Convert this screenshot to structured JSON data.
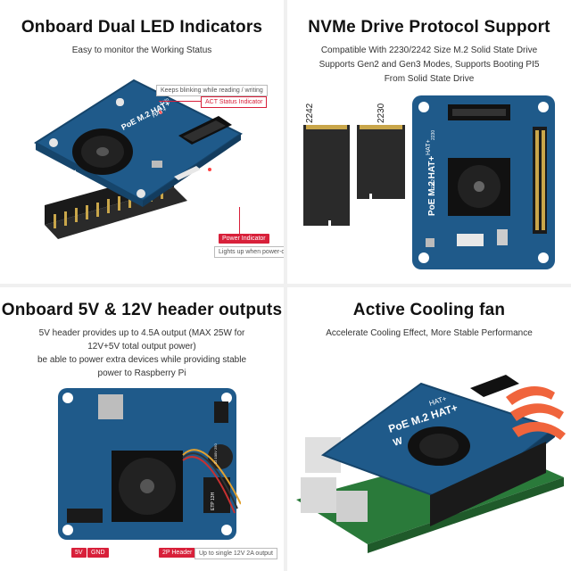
{
  "panels": {
    "led": {
      "title": "Onboard Dual LED Indicators",
      "desc": "Easy to monitor the Working Status",
      "callouts": {
        "blink_note": "Keeps blinking while reading / writing",
        "act": "ACT Status Indicator",
        "power": "Power Indicator",
        "power_note": "Lights up when power-on"
      },
      "board_text": {
        "model": "PoE M.2 HAT+",
        "hat": "HAT+",
        "size": "2230"
      }
    },
    "nvme": {
      "title": "NVMe Drive Protocol Support",
      "desc_lines": [
        "Compatible With 2230/2242 Size M.2 Solid State Drive",
        "Supports Gen2 and Gen3 Modes, Supports Booting PI5",
        "From Solid State Drive"
      ],
      "ssd_labels": [
        "2242",
        "2230"
      ],
      "board_text": {
        "model": "PoE M.2 HAT+",
        "hat": "HAT+",
        "size1": "2230",
        "size2": "2242"
      }
    },
    "header": {
      "title": "Onboard 5V & 12V header outputs",
      "desc_lines": [
        "5V header provides up to 4.5A output (MAX 25W for",
        "12V+5V total output power)",
        "be able to power extra devices while providing stable",
        "power to Raspberry Pi"
      ],
      "callouts": {
        "v5": "5V",
        "gnd": "GND",
        "header2p": "2P Header",
        "note": "Up to single 12V 2A output"
      },
      "chip_text": {
        "cap": "22 100V 250",
        "ind": "ETP 13H"
      }
    },
    "fan": {
      "title": "Active Cooling fan",
      "desc": "Accelerate Cooling Effect, More Stable Performance",
      "board_text": {
        "model": "PoE M.2 HAT+",
        "hat": "HAT+"
      }
    }
  },
  "colors": {
    "pcb_blue": "#1f5a8a",
    "pcb_dark": "#16456b",
    "accent_red": "#d8203a",
    "header_black": "#1a1a1a",
    "gold": "#c9a64a",
    "airflow": "#f0643c"
  }
}
